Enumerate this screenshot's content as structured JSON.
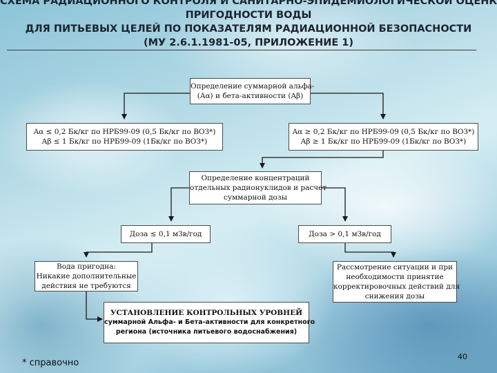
{
  "title": {
    "line1": "СХЕМА РАДИАЦИОННОГО КОНТРОЛЯ И САНИТАРНО-ЭПИДЕМИОЛОГИЧЕСКОЙ ОЦЕНКИ",
    "line2": "ПРИГОДНОСТИ ВОДЫ",
    "line3": "ДЛЯ ПИТЬЕВЫХ ЦЕЛЕЙ ПО ПОКАЗАТЕЛЯМ РАДИАЦИОННОЙ БЕЗОПАСНОСТИ",
    "line4": "(МУ 2.6.1.1981-05, ПРИЛОЖЕНИЕ 1)"
  },
  "boxes": {
    "start": {
      "line1": "Определение суммарной альфа-",
      "line2": "(Aα) и бета-активности  (Aβ)"
    },
    "left_cond": {
      "line1": "Aα ≤  0,2 Бк/кг по НРБ99-09 (0,5 Бк/кг по ВОЗ*)",
      "line2": "Aβ ≤  1 Бк/кг по НРБ99-09 (1Бк/кг по ВОЗ*)"
    },
    "right_cond": {
      "line1": "Aα ≥ 0,2 Бк/кг по НРБ99-09 (0,5 Бк/кг по ВОЗ*)",
      "line2": "Aβ ≥  1 Бк/кг по НРБ99-09 (1Бк/кг по ВОЗ*)"
    },
    "nuclides": {
      "line1": "Определение концентраций",
      "line2": "отдельных радионуклидов и расчет",
      "line3": "суммарной дозы"
    },
    "dose_low": {
      "line1": "Доза ≤  0,1 мЗв/год"
    },
    "dose_high": {
      "line1": "Доза > 0,1 мЗв/год"
    },
    "water_ok": {
      "line1": "Вода пригодна:",
      "line2": "Никакие дополнительные",
      "line3": "действия не требуются"
    },
    "review": {
      "line1": "Рассмотрение ситуации и при",
      "line2": "необходимости принятие",
      "line3": "корректировочных действий для",
      "line4": "снижения дозы"
    },
    "levels": {
      "line1": "УСТАНОВЛЕНИЕ КОНТРОЛЬНЫХ УРОВНЕЙ",
      "line2": "суммарной Альфа- и Бета-активности для конкретного",
      "line3": "региона (источника питьевого водоснабжения)"
    }
  },
  "footnote": "* справочно",
  "page_number": "40"
}
